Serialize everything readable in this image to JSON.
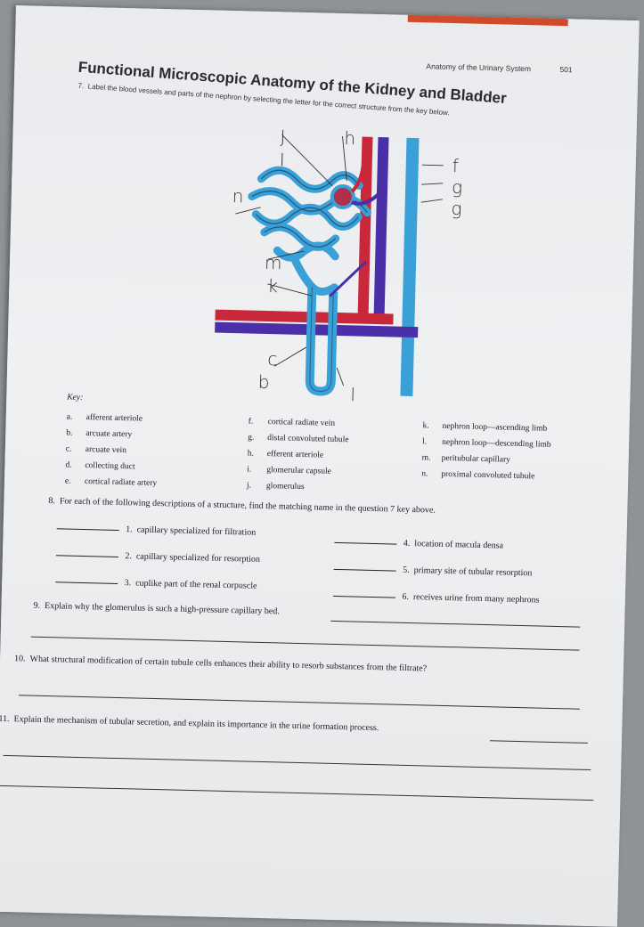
{
  "header": {
    "running_head": "Anatomy of the Urinary System",
    "page_number": "501",
    "title": "Functional Microscopic Anatomy of the Kidney and Bladder"
  },
  "question7": {
    "number": "7.",
    "instruction": "Label the blood vessels and parts of the nephron by selecting the letter for the correct structure from the key below."
  },
  "handwritten_labels": [
    "J",
    "h",
    "I",
    "n",
    "m",
    "k",
    "c",
    "b",
    "l",
    "f",
    "g",
    "g"
  ],
  "key": {
    "heading": "Key:",
    "column1": [
      {
        "letter": "a.",
        "text": "afferent arteriole"
      },
      {
        "letter": "b.",
        "text": "arcuate artery"
      },
      {
        "letter": "c.",
        "text": "arcuate vein"
      },
      {
        "letter": "d.",
        "text": "collecting duct"
      },
      {
        "letter": "e.",
        "text": "cortical radiate artery"
      }
    ],
    "column2": [
      {
        "letter": "f.",
        "text": "cortical radiate vein"
      },
      {
        "letter": "g.",
        "text": "distal convoluted tubule"
      },
      {
        "letter": "h.",
        "text": "efferent arteriole"
      },
      {
        "letter": "i.",
        "text": "glomerular capsule"
      },
      {
        "letter": "j.",
        "text": "glomerulus"
      }
    ],
    "column3": [
      {
        "letter": "k.",
        "text": "nephron loop—ascending limb"
      },
      {
        "letter": "l.",
        "text": "nephron loop—descending limb"
      },
      {
        "letter": "m.",
        "text": "peritubular capillary"
      },
      {
        "letter": "n.",
        "text": "proximal convoluted tubule"
      }
    ]
  },
  "question8": {
    "number": "8.",
    "instruction": "For each of the following descriptions of a structure, find the matching name in the question 7 key above.",
    "items": [
      {
        "num": "1.",
        "text": "capillary specialized for filtration"
      },
      {
        "num": "2.",
        "text": "capillary specialized for resorption"
      },
      {
        "num": "3.",
        "text": "cuplike part of the renal corpuscle"
      },
      {
        "num": "4.",
        "text": "location of macula densa"
      },
      {
        "num": "5.",
        "text": "primary site of tubular resorption"
      },
      {
        "num": "6.",
        "text": "receives urine from many nephrons"
      }
    ]
  },
  "question9": {
    "number": "9.",
    "text": "Explain why the glomerulus is such a high-pressure capillary bed."
  },
  "question10": {
    "number": "10.",
    "text": "What structural modification of certain tubule cells enhances their ability to resorb substances from the filtrate?"
  },
  "question11": {
    "number": "11.",
    "text": "Explain the mechanism of tubular secretion, and explain its importance in the urine formation process."
  },
  "colors": {
    "artery": "#c8283a",
    "vein": "#4a2fa8",
    "tubule": "#3aa0d8",
    "paper": "#eceef1"
  }
}
